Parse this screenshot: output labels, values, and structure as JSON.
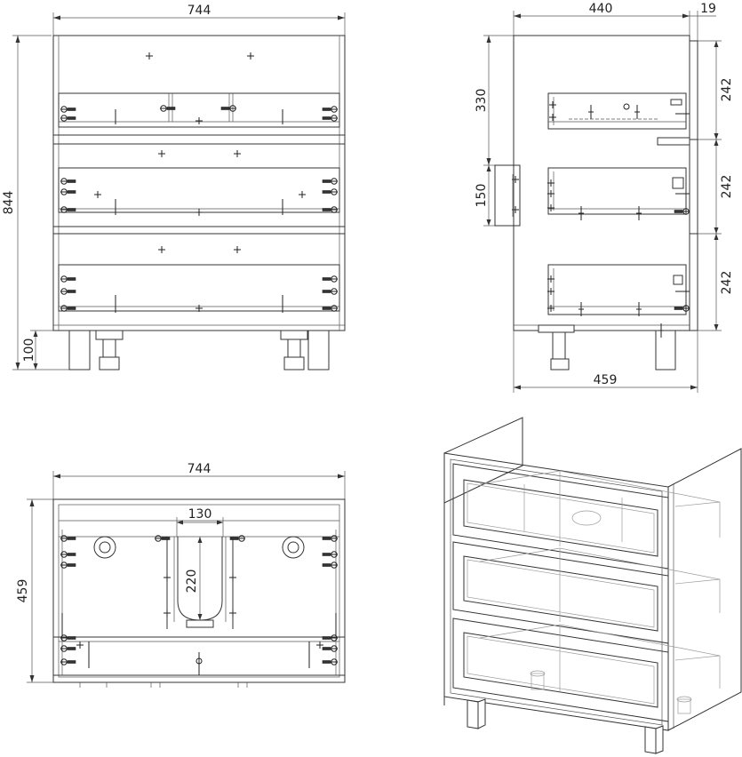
{
  "front_view": {
    "width_label": "744",
    "height_label": "844",
    "leg_height_label": "100"
  },
  "side_view": {
    "depth_label": "440",
    "front_thickness_label": "19",
    "drawer_height_1": "242",
    "drawer_height_2": "242",
    "drawer_height_3": "242",
    "top_offset_label": "330",
    "rail_height_label": "150",
    "overall_depth_label": "459"
  },
  "top_view": {
    "width_label": "744",
    "depth_label": "459",
    "cutout_width_label": "130",
    "cutout_depth_label": "220"
  }
}
